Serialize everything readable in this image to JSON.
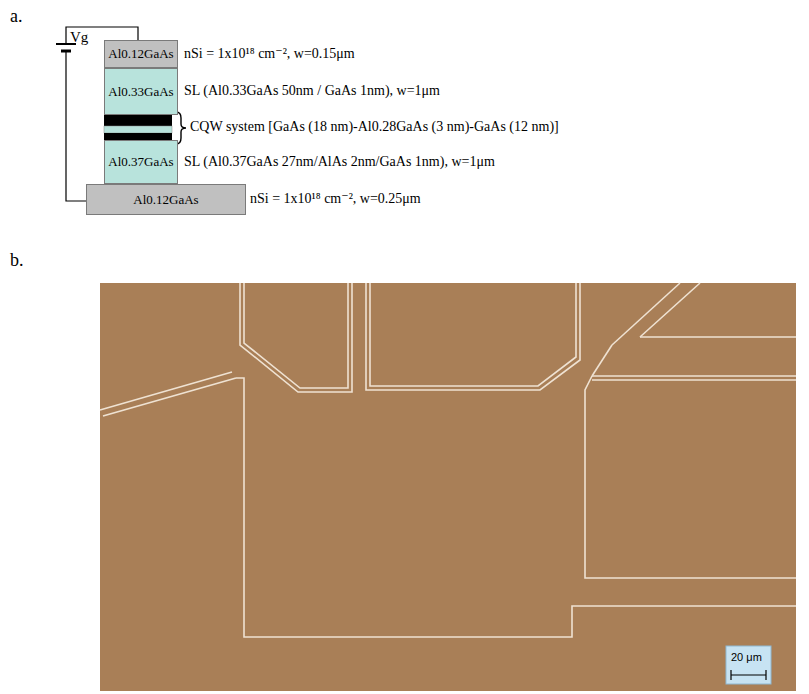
{
  "diagram": {
    "nodes": [
      {
        "text": [
          "Al0.12GaAs"
        ]
      },
      {
        "text": [
          "Al0.33GaAs"
        ]
      },
      {
        "text": [
          "Al0.37GaAs"
        ]
      },
      {
        "text": [
          "Al0.12GaAs"
        ]
      }
    ],
    "labels": [
      "a.",
      "Vg",
      "nSi = 1x10¹⁸ cm⁻², w=0.15μm",
      "SL (Al0.33GaAs 50nm / GaAs 1nm), w=1μm",
      "CQW system [GaAs (18 nm)-Al0.28GaAs (3 nm)-GaAs (12 nm)]",
      "SL (Al0.37GaAs 27nm/AlAs 2nm/GaAs 1nm), w=1μm",
      "nSi = 1x10¹⁸ cm⁻², w=0.25μm",
      "b.",
      "20 μm"
    ]
  }
}
